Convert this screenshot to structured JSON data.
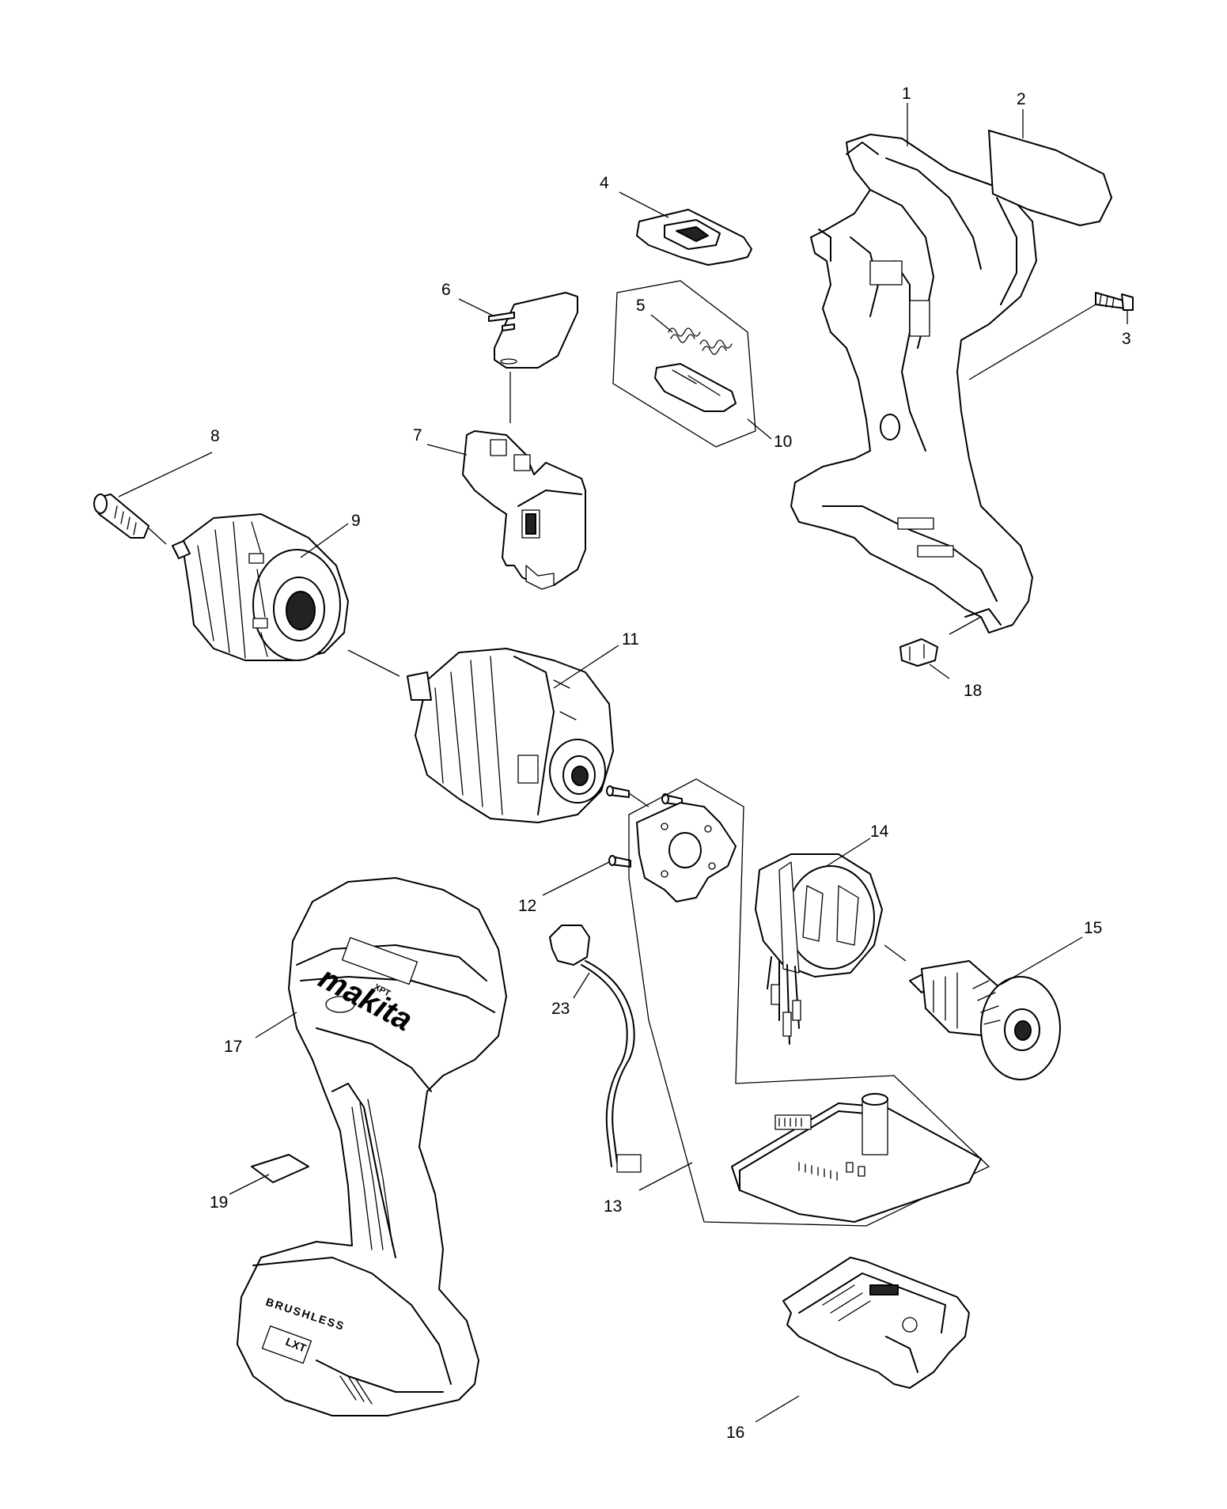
{
  "parts": [
    {
      "id": "part-1",
      "number": "1"
    },
    {
      "id": "part-2",
      "number": "2"
    },
    {
      "id": "part-3",
      "number": "3"
    },
    {
      "id": "part-4",
      "number": "4"
    },
    {
      "id": "part-5",
      "number": "5"
    },
    {
      "id": "part-6",
      "number": "6"
    },
    {
      "id": "part-7",
      "number": "7"
    },
    {
      "id": "part-8",
      "number": "8"
    },
    {
      "id": "part-9",
      "number": "9"
    },
    {
      "id": "part-10",
      "number": "10"
    },
    {
      "id": "part-11",
      "number": "11"
    },
    {
      "id": "part-12",
      "number": "12"
    },
    {
      "id": "part-13",
      "number": "13"
    },
    {
      "id": "part-14",
      "number": "14"
    },
    {
      "id": "part-15",
      "number": "15"
    },
    {
      "id": "part-16",
      "number": "16"
    },
    {
      "id": "part-17",
      "number": "17"
    },
    {
      "id": "part-18",
      "number": "18"
    },
    {
      "id": "part-19",
      "number": "19"
    },
    {
      "id": "part-23",
      "number": "23"
    }
  ],
  "housing_text": {
    "brand": "makita",
    "badge": "LXT",
    "tech": "BRUSHLESS",
    "xpt": "XPT"
  }
}
